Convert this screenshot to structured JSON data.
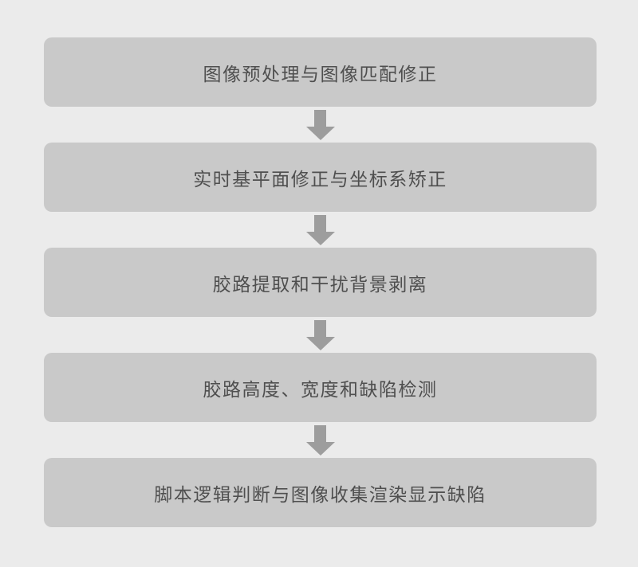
{
  "flowchart": {
    "steps": [
      {
        "label": "图像预处理与图像匹配修正"
      },
      {
        "label": "实时基平面修正与坐标系矫正"
      },
      {
        "label": "胶路提取和干扰背景剥离"
      },
      {
        "label": "胶路高度、宽度和缺陷检测"
      },
      {
        "label": "脚本逻辑判断与图像收集渲染显示缺陷"
      }
    ],
    "colors": {
      "background": "#ebebeb",
      "box_fill": "#c9c9c9",
      "arrow": "#9d9d9d",
      "text": "#4f4f4f"
    }
  }
}
